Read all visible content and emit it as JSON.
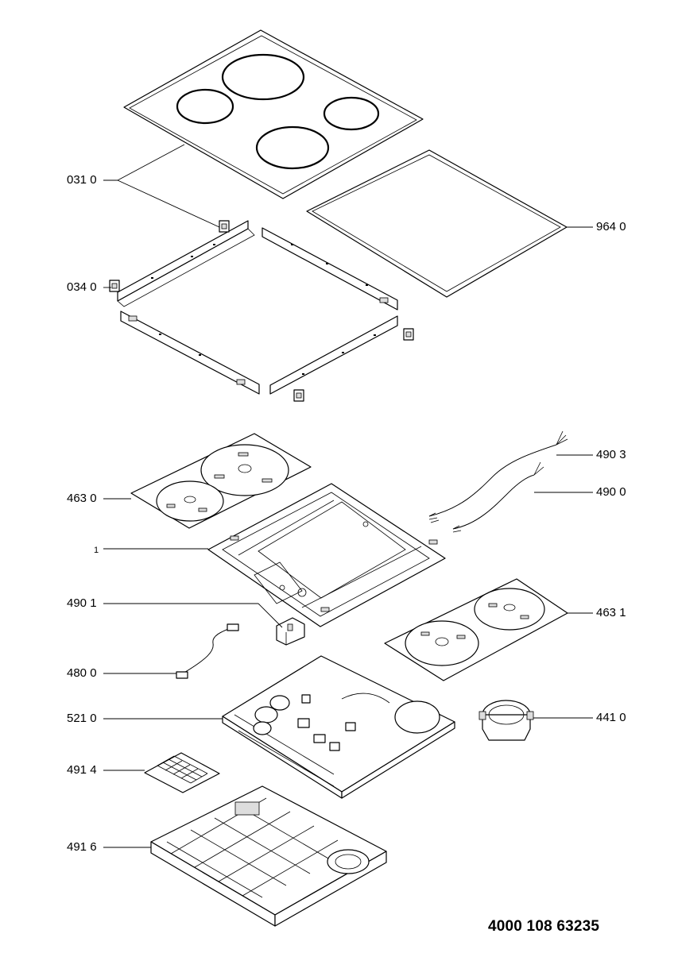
{
  "labels": {
    "glass_top": "031 0",
    "frame_clip": "034 0",
    "gasket": "964 0",
    "cable_3": "490 3",
    "cable_0": "490 0",
    "coil_plate_left": "463 0",
    "support_frame": "1",
    "terminal_block": "490 1",
    "coil_plate_right": "463 1",
    "ribbon_cable": "480 0",
    "fan": "441 0",
    "power_board": "521 0",
    "insulation_sheet": "491 4",
    "bottom_housing": "491 6"
  },
  "document_number": "4000 108 63235"
}
